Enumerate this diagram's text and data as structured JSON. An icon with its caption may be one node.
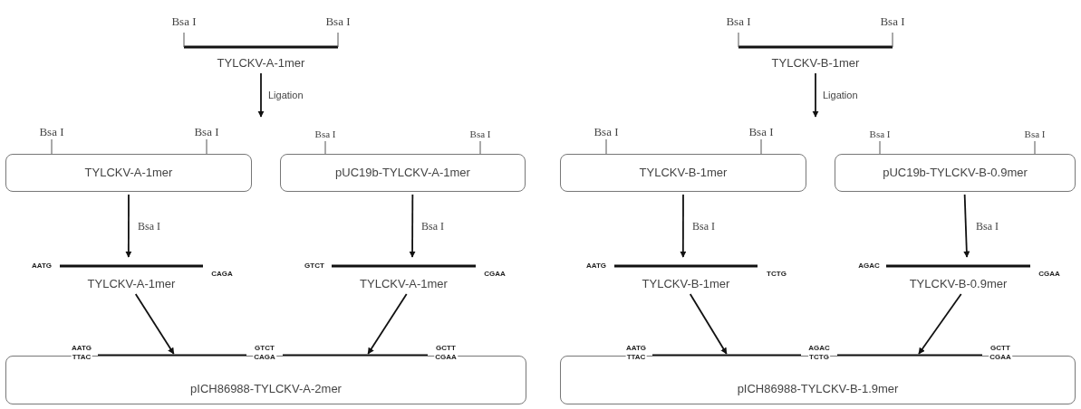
{
  "diagram": {
    "nodes": [
      {
        "text": [
          "TYLCKV-A-1mer"
        ]
      },
      {
        "text": [
          "TYLCKV-A-1mer"
        ]
      },
      {
        "text": [
          "pUC19b-TYLCKV-A-1mer"
        ]
      },
      {
        "text": [
          "TYLCKV-A-1mer"
        ]
      },
      {
        "text": [
          "TYLCKV-A-1mer"
        ]
      },
      {
        "text": [
          "pICH86988-TYLCKV-A-2mer"
        ]
      },
      {
        "text": [
          "TYLCKV-B-1mer"
        ]
      },
      {
        "text": [
          "TYLCKV-B-1mer"
        ]
      },
      {
        "text": [
          "pUC19b-TYLCKV-B-0.9mer"
        ]
      },
      {
        "text": [
          "TYLCKV-B-1mer"
        ]
      },
      {
        "text": [
          "TYLCKV-B-0.9mer"
        ]
      },
      {
        "text": [
          "pICH86988-TYLCKV-B-1.9mer"
        ]
      }
    ],
    "edges": [
      {
        "from": 0,
        "to": null,
        "arrow": "to",
        "label": "Ligation"
      },
      {
        "from": 1,
        "to": 3,
        "arrow": "to",
        "label": "Bsa I"
      },
      {
        "from": 2,
        "to": 4,
        "arrow": "to",
        "label": "Bsa I"
      },
      {
        "from": 3,
        "to": 5,
        "arrow": "to"
      },
      {
        "from": 4,
        "to": 5,
        "arrow": "to"
      },
      {
        "from": 6,
        "to": null,
        "arrow": "to",
        "label": "Ligation"
      },
      {
        "from": 7,
        "to": 9,
        "arrow": "to",
        "label": "Bsa I"
      },
      {
        "from": 8,
        "to": 10,
        "arrow": "to",
        "label": "Bsa I"
      },
      {
        "from": 9,
        "to": 11,
        "arrow": "to"
      },
      {
        "from": 10,
        "to": 11,
        "arrow": "to"
      }
    ],
    "labels": [
      "Bsa I",
      "Bsa I",
      "Bsa I",
      "Bsa I",
      "Bsa I",
      "Bsa I",
      "AATG",
      "CAGA",
      "GTCT",
      "CGAA",
      "AATG",
      "TTAC",
      "GTCT",
      "CAGA",
      "GCTT",
      "CGAA",
      "Bsa I",
      "Bsa I",
      "Bsa I",
      "Bsa I",
      "Bsa I",
      "Bsa I",
      "AATG",
      "TCTG",
      "AGAC",
      "CGAA",
      "AATG",
      "TTAC",
      "AGAC",
      "TCTG",
      "GCTT",
      "CGAA"
    ]
  }
}
